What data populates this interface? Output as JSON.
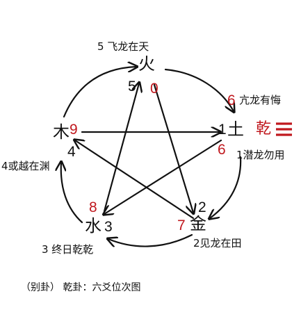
{
  "colors": {
    "ink": "#111111",
    "accent": "#c0181e"
  },
  "nodes": {
    "fire": {
      "element": "火",
      "black_num": "5",
      "red_num": "0"
    },
    "earth": {
      "element": "土",
      "black_num": "1",
      "red_num": "6"
    },
    "metal": {
      "element": "金",
      "black_num": "2",
      "red_num": "7"
    },
    "water": {
      "element": "水",
      "black_num": "3",
      "red_num": "8"
    },
    "wood": {
      "element": "木",
      "black_num": "4",
      "red_num": "9"
    }
  },
  "trigram": {
    "name": "乾",
    "icon": "qian-trigram-icon"
  },
  "captions": {
    "top": "5 飞龙在天",
    "right_top_num": "6",
    "right_top": "亢龙有悔",
    "right": "1潜龙勿用",
    "left": "4或越在渊",
    "bottom_left": "3 终日乾乾",
    "bottom_right": "2见龙在田"
  },
  "footer": "（别卦） 乾卦：六爻位次图"
}
